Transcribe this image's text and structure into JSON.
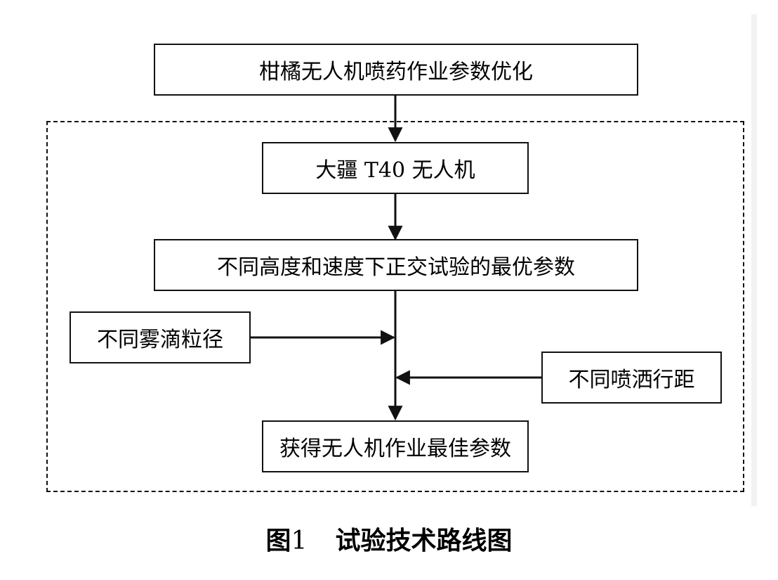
{
  "diagram": {
    "nodes": {
      "top": "柑橘无人机喷药作业参数优化",
      "drone": "大疆 T40 无人机",
      "orthogonal": "不同高度和速度下正交试验的最优参数",
      "droplet": "不同雾滴粒径",
      "spacing": "不同喷洒行距",
      "result": "获得无人机作业最佳参数"
    },
    "edges": [
      [
        "top",
        "drone"
      ],
      [
        "drone",
        "orthogonal"
      ],
      [
        "orthogonal",
        "result"
      ],
      [
        "droplet",
        "main-line"
      ],
      [
        "spacing",
        "main-line"
      ]
    ],
    "caption": {
      "label": "图",
      "number": "1",
      "title": "试验技术路线图"
    }
  }
}
